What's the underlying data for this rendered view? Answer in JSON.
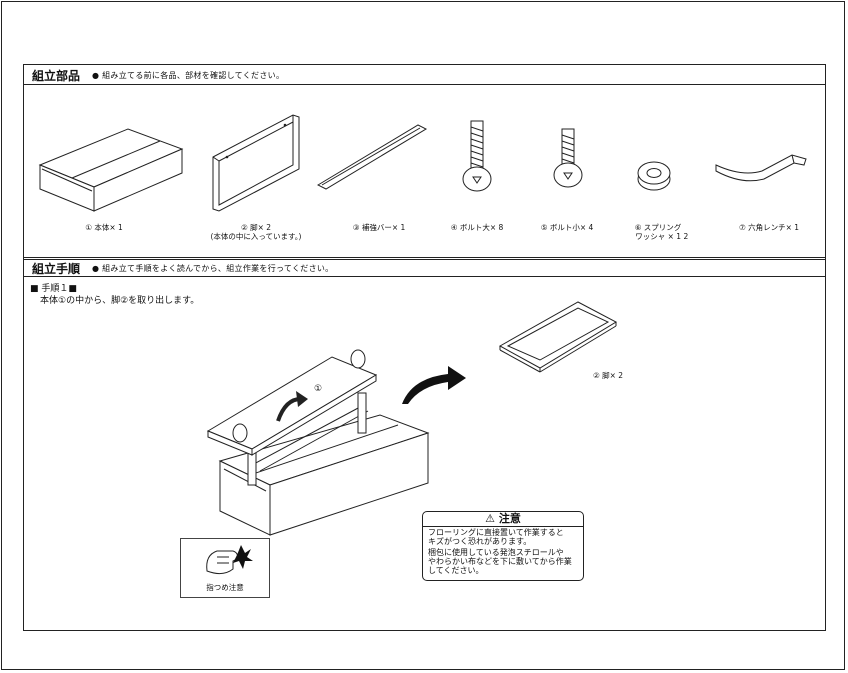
{
  "parts_section": {
    "title": "組立部品",
    "note": "● 組み立てる前に各品、部材を確認してください。"
  },
  "parts": [
    {
      "label": "① 本体× 1",
      "icon": "body-box-icon"
    },
    {
      "label": "② 脚× 2\n(本体の中に入っています。)",
      "icon": "leg-frame-icon"
    },
    {
      "label": "③ 補強バー× 1",
      "icon": "reinforcement-bar-icon"
    },
    {
      "label": "④ ボルト大× 8",
      "icon": "bolt-large-icon"
    },
    {
      "label": "⑤ ボルト小× 4",
      "icon": "bolt-small-icon"
    },
    {
      "label": "⑥ スプリング\n　ワッシャ × 1 2",
      "icon": "spring-washer-icon"
    },
    {
      "label": "⑦ 六角レンチ× 1",
      "icon": "hex-wrench-icon"
    }
  ],
  "assembly_section": {
    "title": "組立手順",
    "note": "● 組み立て手順をよく読んでから、組立作業を行ってください。"
  },
  "step1": {
    "heading": "■ 手順１■",
    "instruction": "本体①の中から、脚②を取り出します。",
    "lid_label": "①",
    "leg_label": "② 脚× 2"
  },
  "pinch_warning": {
    "label": "指つめ注意",
    "icon": "finger-pinch-icon"
  },
  "caution": {
    "title": "⚠ 注意",
    "lines": [
      "フローリングに直接置いて作業すると\nキズがつく恐れがあります。",
      "梱包に使用している発泡スチロールや\nやわらかい布などを下に敷いてから作業\nしてください。"
    ]
  }
}
